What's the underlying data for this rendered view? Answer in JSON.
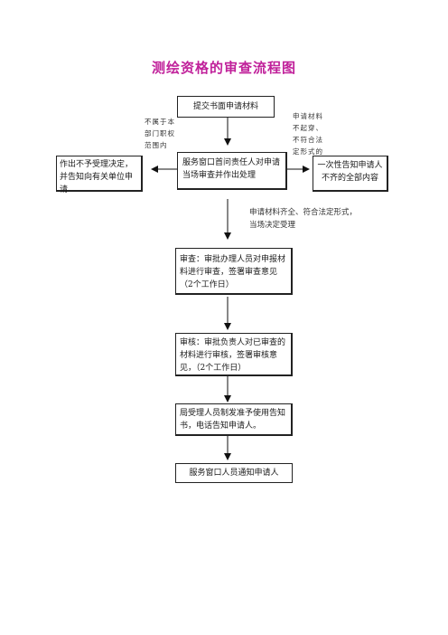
{
  "title": "测绘资格的审查流程图",
  "boxes": {
    "submit": "提交书面申请材料",
    "window": "服务窗口首问责任人对申请当场审查并作出处理",
    "reject": "作出不予受理决定，并告知向有关单位申请",
    "notify_once": "一次性告知申请人不齐的全部内容",
    "review": "审查：审批办理人员对申报材料进行审查，签署审查意见（2个工作日）",
    "audit": "审核：审批负责人对已审查的材料进行审核，签署审核意见，（2个工作日）",
    "issue": "局受理人员制发准予使用告知书，电话告知申请人。",
    "final": "服务窗口人员通知申请人"
  },
  "notes": {
    "out_scope": "不属于本部门职权范围内",
    "incomplete": "申请材料不起穿、不符合法定形式的",
    "accepted": "申请材料齐全、符合法定形式，当场决定受理"
  }
}
